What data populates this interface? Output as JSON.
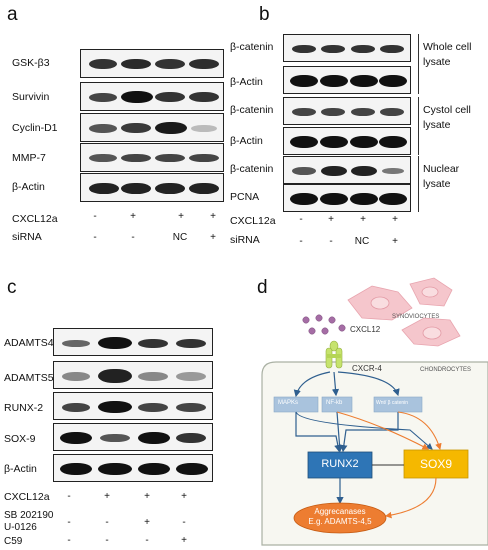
{
  "panels": {
    "a": "a",
    "b": "b",
    "c": "c",
    "d": "d"
  },
  "panel_a": {
    "rows": [
      "GSK-β3",
      "Survivin",
      "Cyclin-D1",
      "MMP-7",
      "β-Actin"
    ],
    "treat_rows": [
      {
        "label": "CXCL12a",
        "signs": [
          "-",
          "+",
          "+",
          "+"
        ]
      },
      {
        "label": "siRNA",
        "signs": [
          "-",
          "-",
          "NC",
          "+"
        ]
      }
    ]
  },
  "panel_b": {
    "rows": [
      "β-catenin",
      "β-Actin",
      "β-catenin",
      "β-Actin",
      "β-catenin",
      "PCNA"
    ],
    "groups": [
      "Whole cell\nlysate",
      "Cystol cell\nlysate",
      "Nuclear\nlysate"
    ],
    "treat_rows": [
      {
        "label": "CXCL12a",
        "signs": [
          "-",
          "+",
          "+",
          "+"
        ]
      },
      {
        "label": "siRNA",
        "signs": [
          "-",
          "-",
          "NC",
          "+"
        ]
      }
    ]
  },
  "panel_c": {
    "rows": [
      "ADAMTS4",
      "ADAMTS5",
      "RUNX-2",
      "SOX-9",
      "β-Actin"
    ],
    "treat_rows": [
      {
        "label": "CXCL12a",
        "signs": [
          "-",
          "+",
          "+",
          "+"
        ]
      },
      {
        "label": "SB 202190\nU-0126",
        "signs": [
          "-",
          "-",
          "+",
          "-"
        ]
      },
      {
        "label": "C59",
        "signs": [
          "-",
          "-",
          "-",
          "+"
        ]
      }
    ]
  },
  "panel_d": {
    "synoviocytes": "SYNOVIOCYTES",
    "cxcl12": "CXCL12",
    "cxcr4": "CXCR-4",
    "chondrocytes": "CHONDROCYTES",
    "mapks": "MAPKs",
    "nfkb": "NF-kb",
    "wnt": "Wnt/ β catenin",
    "runx2": "RUNX2",
    "sox9": "SOX9",
    "aggrecanases": "Aggrecanases\nE.g. ADAMTS-4,5",
    "colors": {
      "runx2": "#2e75b6",
      "sox9": "#f5b800",
      "aggrecanase": "#ed7d31",
      "cell": "#f7f7f1",
      "synovio": "#f5c6cc",
      "receptor": "#c6e36d",
      "ligand": "#a56da5",
      "blue_arrow": "#2f5f8f",
      "orange_arrow": "#ed7d31"
    }
  }
}
